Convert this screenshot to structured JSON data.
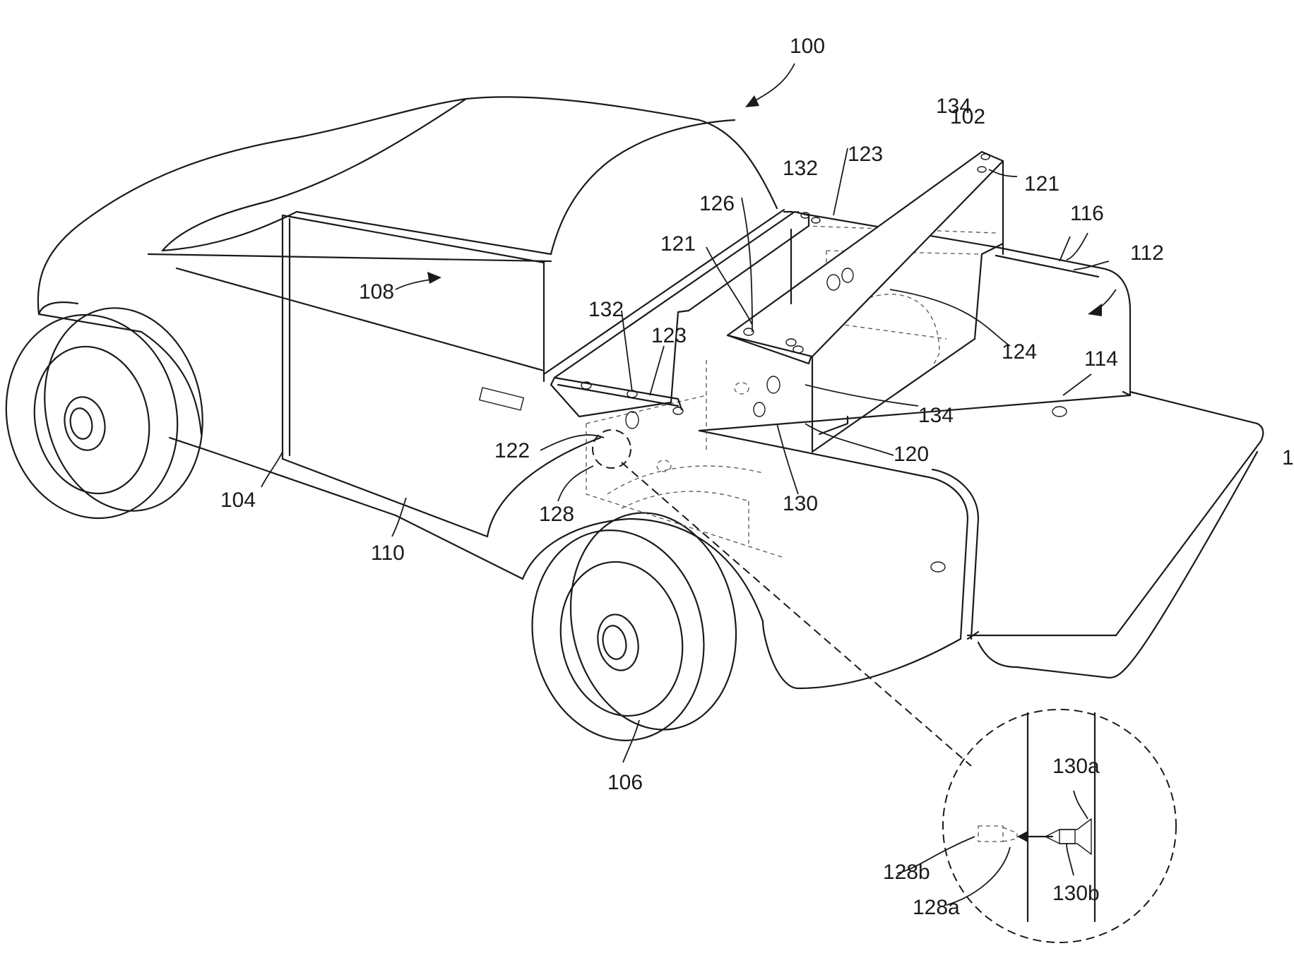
{
  "labels": {
    "l100": "100",
    "l102": "102",
    "l104": "104",
    "l106": "106",
    "l108": "108",
    "l110": "110",
    "l112": "112",
    "l114": "114",
    "l116": "116",
    "l118": "1",
    "l120": "120",
    "l121a": "121",
    "l121b": "121",
    "l122": "122",
    "l123a": "123",
    "l123b": "123",
    "l124": "124",
    "l126": "126",
    "l128": "128",
    "l128a": "128a",
    "l128b": "128b",
    "l130": "130",
    "l130a": "130a",
    "l130b": "130b",
    "l132a": "132",
    "l132b": "132",
    "l134a": "134",
    "l134b": "134"
  }
}
